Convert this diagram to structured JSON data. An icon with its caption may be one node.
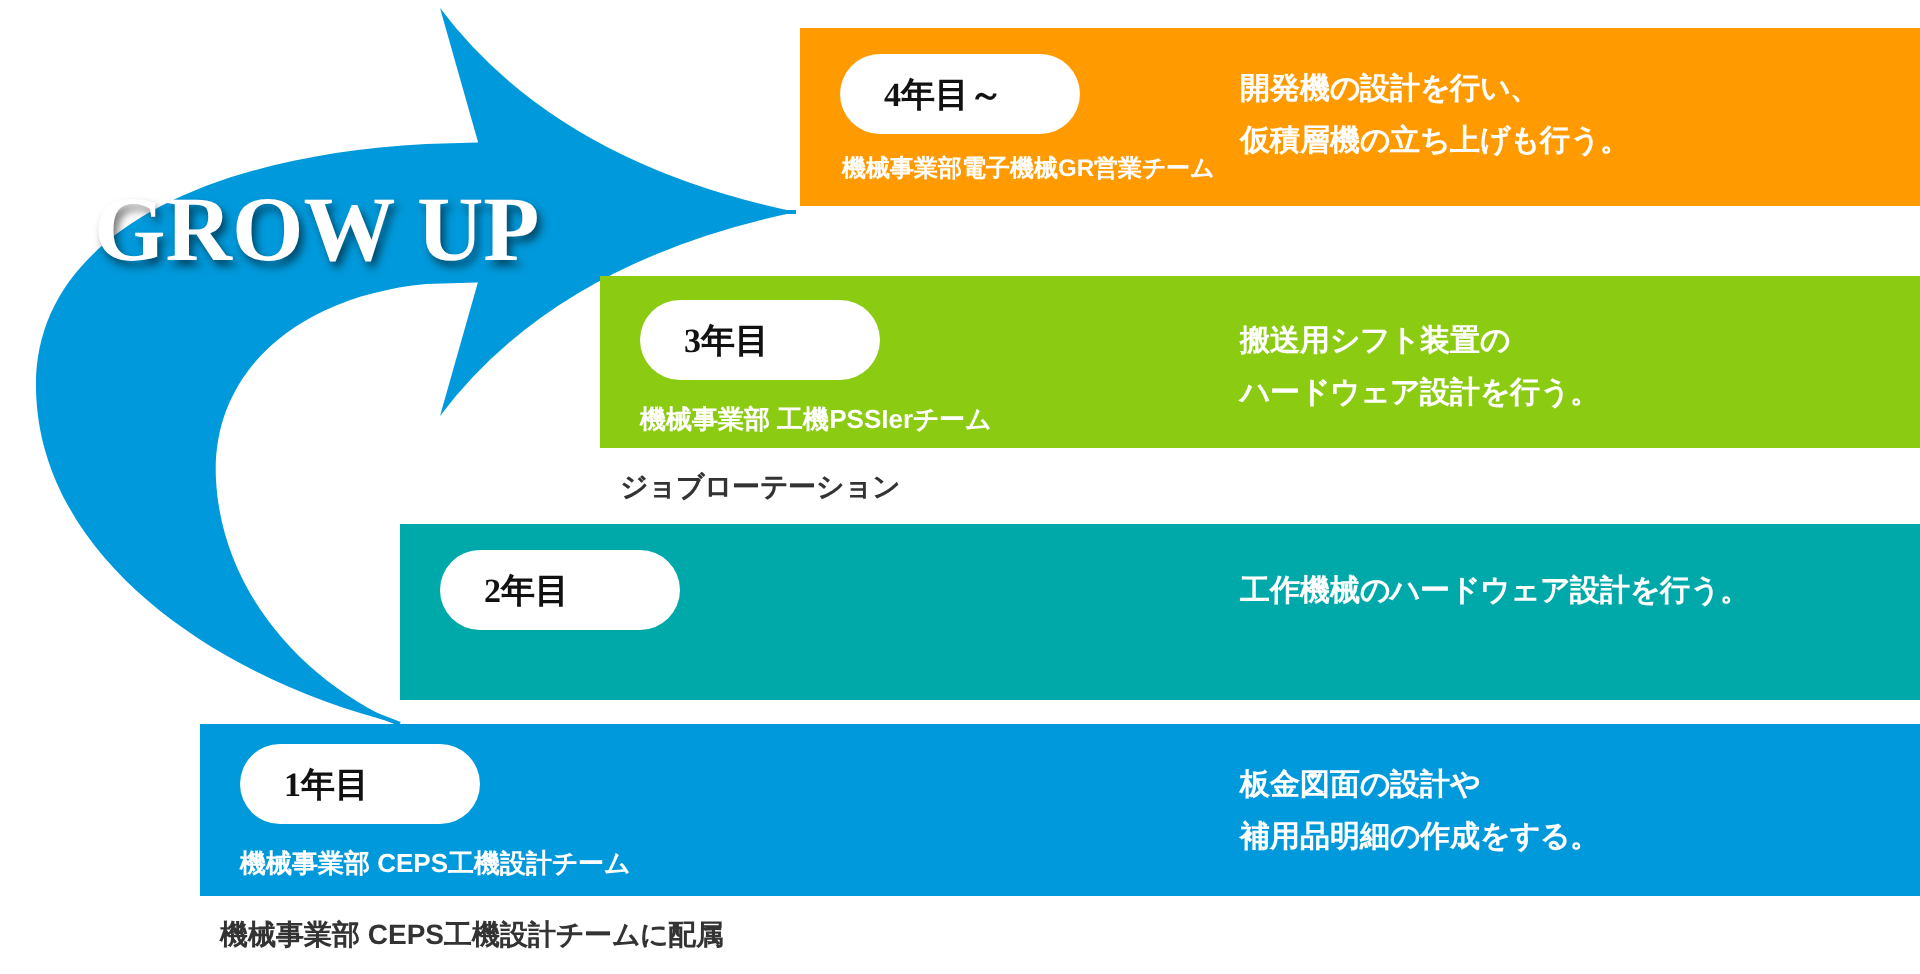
{
  "diagram": {
    "nodes": [
      {
        "text": [
          "機械事業部電子機械GR営業チーム",
          "開発機の設計を行い、仮積層機の立ち上げも行う。"
        ]
      },
      {
        "text": [
          "4年目～"
        ],
        "in": 0
      },
      {
        "text": [
          "機械事業部 工機PSSIerチーム",
          "搬送用シフト装置のハードウェア設計を行う。"
        ],
        "beside": [
          "ジョブローテーション"
        ]
      },
      {
        "text": [
          "3年目"
        ],
        "in": 2
      },
      {
        "text": [
          "工作機械のハードウェア設計を行う。"
        ]
      },
      {
        "text": [
          "2年目"
        ],
        "in": 4
      },
      {
        "text": [
          "機械事業部 CEPS工機設計チーム",
          "板金図面の設計や補用品明細の作成をする。"
        ],
        "beside": [
          "機械事業部 CEPS工機設計チームに配属"
        ]
      },
      {
        "text": [
          "1年目"
        ],
        "in": 6
      }
    ],
    "edges": [
      {
        "from": 6,
        "to": 0,
        "arrow": "to",
        "label": "GROW UP"
      }
    ]
  }
}
